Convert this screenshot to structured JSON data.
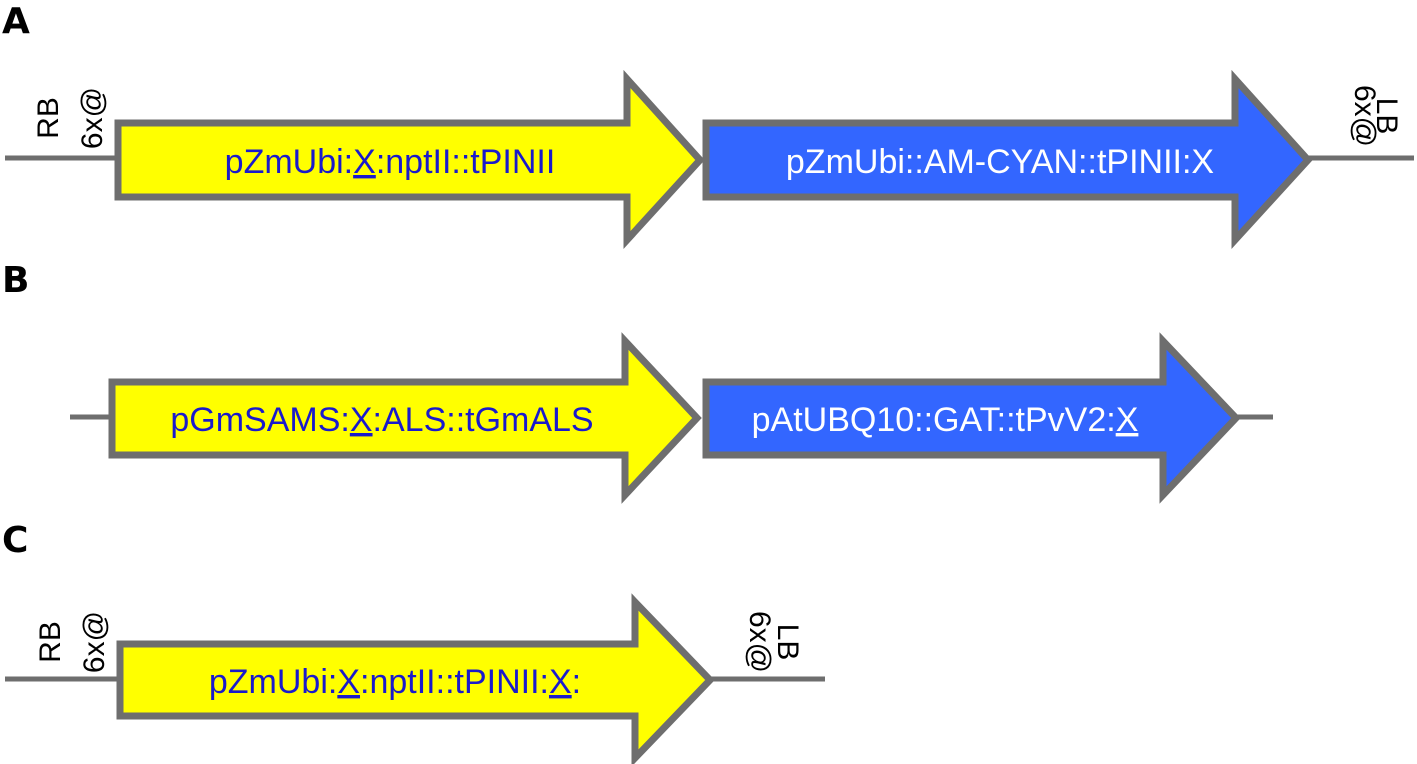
{
  "colors": {
    "yellow": "#ffff00",
    "blue": "#3366ff",
    "outline": "#6e6e6e",
    "text_blue": "#1a1acc",
    "text_white": "#ffffff"
  },
  "panels": {
    "A": {
      "label": "A",
      "rb": "RB",
      "rb_rep": "6x@",
      "lb_rep": "6x@",
      "lb": "LB",
      "arrow1": {
        "pre": "pZmUbi:",
        "u1": "X",
        "post": ":nptII::tPINII"
      },
      "arrow2": {
        "text": "pZmUbi::AM-CYAN::tPINII:X"
      }
    },
    "B": {
      "label": "B",
      "arrow1": {
        "pre": "pGmSAMS:",
        "u1": "X",
        "post": ":ALS::tGmALS"
      },
      "arrow2": {
        "pre": "pAtUBQ10::GAT::tPvV2:",
        "u1": "X"
      }
    },
    "C": {
      "label": "C",
      "rb": "RB",
      "rb_rep": "6x@",
      "lb_rep": "6x@",
      "lb": "LB",
      "arrow1": {
        "pre": "pZmUbi:",
        "u1": "X",
        "mid": ":nptII::tPINII:",
        "u2": "X",
        "post": ":"
      }
    }
  }
}
